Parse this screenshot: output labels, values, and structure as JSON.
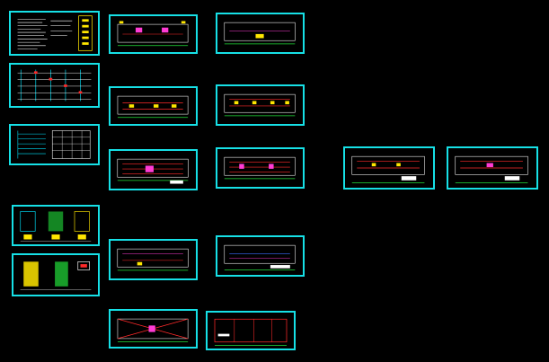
{
  "canvas": {
    "background": "#000000",
    "frame_color": "#16e0e6",
    "sheet_count": 18
  },
  "drawing_palette": {
    "cyan": "#00e5ff",
    "green": "#22e03a",
    "red": "#ff2a2a",
    "magenta": "#ff3bd4",
    "yellow": "#ffe600",
    "white": "#ffffff",
    "blue": "#3a6bff"
  },
  "sheets": [
    {
      "id": "legend-sheet",
      "kind": "legend"
    },
    {
      "id": "riser-diagram-sheet",
      "kind": "riser"
    },
    {
      "id": "distribution-schedule-sheet",
      "kind": "schedule"
    },
    {
      "id": "floor-plan-1",
      "kind": "plan"
    },
    {
      "id": "floor-plan-2",
      "kind": "plan"
    },
    {
      "id": "floor-plan-3",
      "kind": "plan"
    },
    {
      "id": "floor-plan-4",
      "kind": "plan"
    },
    {
      "id": "floor-plan-5",
      "kind": "plan"
    },
    {
      "id": "floor-plan-6",
      "kind": "plan"
    },
    {
      "id": "floor-plan-7",
      "kind": "plan"
    },
    {
      "id": "floor-plan-8",
      "kind": "plan"
    },
    {
      "id": "floor-plan-9",
      "kind": "plan"
    },
    {
      "id": "floor-plan-10",
      "kind": "plan"
    },
    {
      "id": "floor-plan-11",
      "kind": "plan"
    },
    {
      "id": "panel-detail-sheet-1",
      "kind": "detail"
    },
    {
      "id": "panel-detail-sheet-2",
      "kind": "detail"
    },
    {
      "id": "roof-plan",
      "kind": "plan"
    },
    {
      "id": "section-sheet",
      "kind": "section"
    }
  ]
}
